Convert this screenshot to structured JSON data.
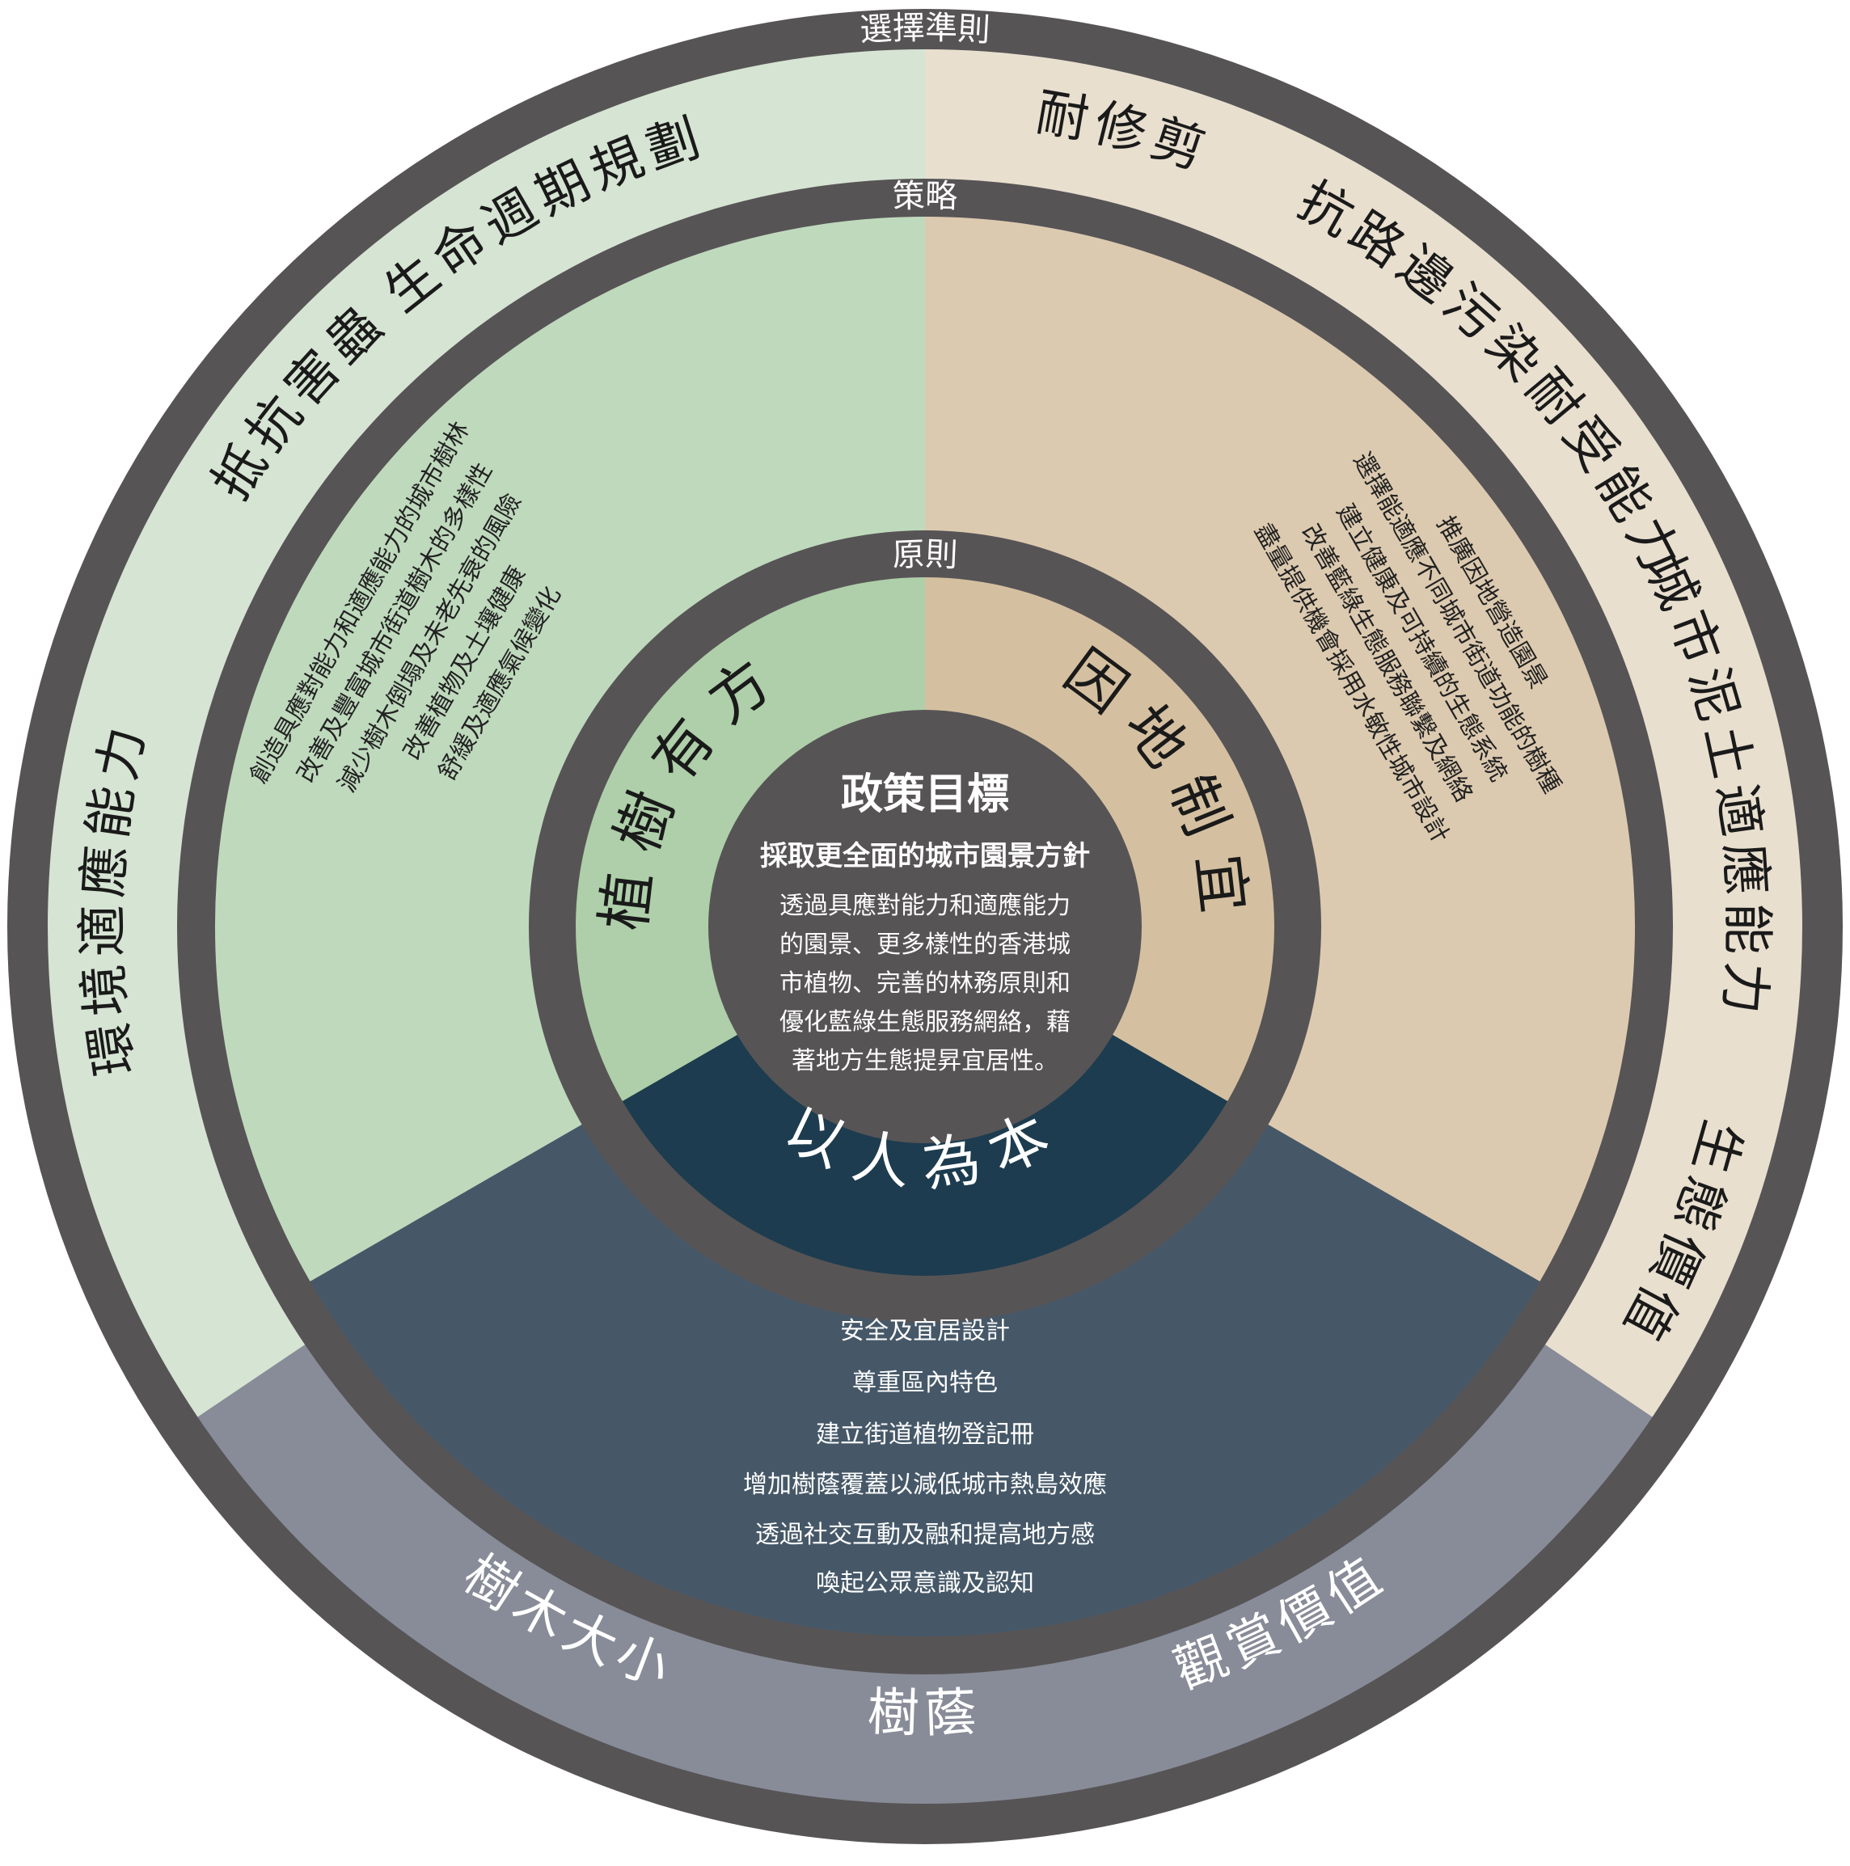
{
  "ring_labels": {
    "selection": "選擇準則",
    "strategy": "策略",
    "principle": "原則"
  },
  "principles": {
    "left": "植樹有方",
    "right": "因地制宜",
    "bottom": "以人為本"
  },
  "center": {
    "title": "政策目標",
    "subtitle": "採取更全面的城市園景方針",
    "body": [
      "透過具應對能力和適應能力",
      "的園景、更多樣性的香港城",
      "市植物、完善的林務原則和",
      "優化藍綠生態服務網絡，藉",
      "著地方生態提昇宜居性。"
    ]
  },
  "strategies": {
    "left": [
      "創造具應對能力和適應能力的城市樹林",
      "改善及豐富城市街道樹木的多樣性",
      "減少樹木倒塌及未老先衰的風險",
      "改善植物及土壤健康",
      "舒緩及適應氣候變化"
    ],
    "right": [
      "推廣因地營造園景",
      "選擇能適應不同城市街道功能的樹種",
      "建立健康及可持續的生態系統",
      "改善藍綠生態服務聯繫及網絡",
      "盡量提供機會採用水敏性城市設計"
    ],
    "bottom": [
      "安全及宜居設計",
      "尊重區內特色",
      "建立街道植物登記冊",
      "增加樹蔭覆蓋以減低城市熱島效應",
      "透過社交互動及融和提高地方感",
      "喚起公眾意識及認知"
    ]
  },
  "criteria": {
    "left": [
      "生命週期規劃",
      "抵抗害蟲",
      "環境適應能力"
    ],
    "right": [
      "耐修剪",
      "抗路邊污染耐受能力",
      "城市泥土適應能力",
      "生態價值"
    ],
    "bottom": [
      "樹木大小",
      "樹蔭",
      "觀賞價值"
    ]
  },
  "colors": {
    "ring": "#575456",
    "outer_left": "#d6e4d3",
    "outer_right": "#e8dfcf",
    "outer_bottom": "#888c98",
    "mid_left": "#bfd9bd",
    "mid_right": "#dccab0",
    "mid_bottom": "#465868",
    "inner_left": "#aecfa9",
    "inner_right": "#d4c0a0",
    "inner_bottom": "#1d3c4f",
    "center": "#575456"
  }
}
